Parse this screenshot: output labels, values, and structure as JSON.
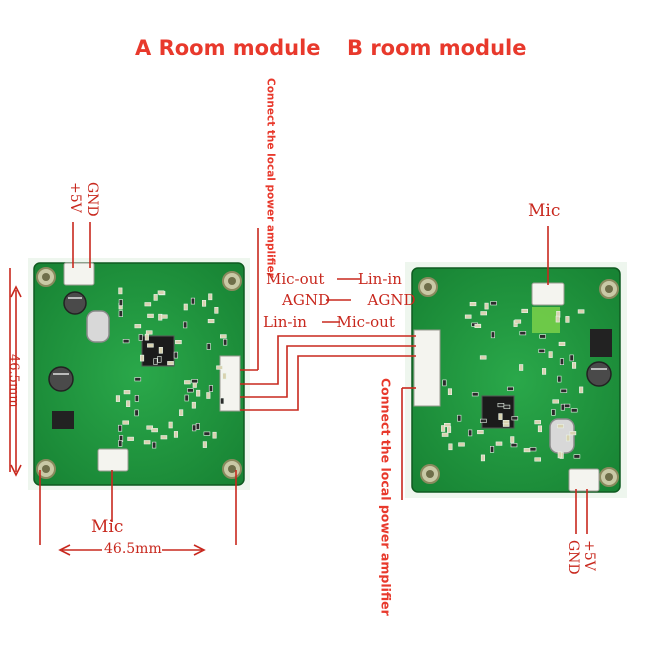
{
  "titles": {
    "a_room": "A Room module",
    "b_room": "B room module"
  },
  "annotations": {
    "connect_local_amp": "Connect the local power amplifier",
    "a_power_gnd": "GND",
    "a_power_5v": "+5V",
    "b_power_gnd": "GND",
    "b_power_5v": "+5V",
    "a_mic": "Mic",
    "b_mic": "Mic",
    "height_dim": "46.5mm",
    "width_dim": "46.5mm"
  },
  "connections": [
    {
      "from": "Mic-out",
      "to": "Lin-in"
    },
    {
      "from": "AGND",
      "to": "AGND"
    },
    {
      "from": "Lin-in",
      "to": "Mic-out"
    }
  ],
  "colors": {
    "title_red": "#e8392c",
    "line_red": "#c8281e",
    "board_green": "#1f9a3a",
    "board_dark": "#146c28",
    "silkscreen": "#e9f4ea"
  }
}
